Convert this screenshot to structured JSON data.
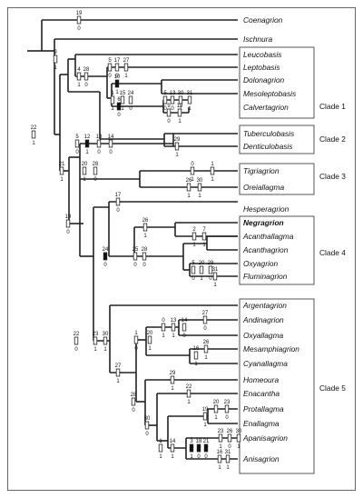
{
  "figure": {
    "taxa": [
      "Coenagrion",
      "Ischnura",
      "Leucobasis",
      "Leptobasis",
      "Dolonagrion",
      "Mesoleptobasis",
      "Calvertagrion",
      "Tuberculobasis",
      "Denticulobasis",
      "Tigriagrion",
      "Oreiallagma",
      "Hesperagrion",
      "Negragrion",
      "Acanthallagma",
      "Acanthagrion",
      "Oxyagrion",
      "Fluminagrion",
      "Argentagrion",
      "Andinagrion",
      "Oxyallagma",
      "Mesamphiagrion",
      "Cyanallagma",
      "Homeoura",
      "Enacantha",
      "Protallagma",
      "Enallagma",
      "Apanisagrion",
      "Anisagrion"
    ],
    "clades": [
      "Clade 1",
      "Clade 2",
      "Clade 3",
      "Clade 4",
      "Clade 5"
    ],
    "characters": [
      {
        "t": "19",
        "b": "0"
      },
      {
        "t": "9",
        "b": "1"
      },
      {
        "t": "4",
        "b": "1"
      },
      {
        "t": "28",
        "b": "0"
      },
      {
        "t": "5",
        "b": "0"
      },
      {
        "t": "17",
        "b": "0"
      },
      {
        "t": "27",
        "b": "1"
      },
      {
        "t": "10",
        "b": "1"
      },
      {
        "t": "1",
        "b": "1"
      },
      {
        "t": "15",
        "b": "1"
      },
      {
        "t": "24",
        "b": "0"
      },
      {
        "t": "6",
        "b": "0"
      },
      {
        "t": "5",
        "b": "0"
      },
      {
        "t": "13",
        "b": "0"
      },
      {
        "t": "30",
        "b": "1"
      },
      {
        "t": "31",
        "b": "1"
      },
      {
        "t": "9",
        "b": "0"
      },
      {
        "t": "19",
        "b": "1"
      },
      {
        "t": "22",
        "b": "1"
      },
      {
        "t": "5",
        "b": "0"
      },
      {
        "t": "12",
        "b": "1"
      },
      {
        "t": "13",
        "b": "0"
      },
      {
        "t": "14",
        "b": "0"
      },
      {
        "t": "29",
        "b": "1"
      },
      {
        "t": "21",
        "b": "1"
      },
      {
        "t": "20",
        "b": "1"
      },
      {
        "t": "28",
        "b": "0"
      },
      {
        "t": "0",
        "b": "1"
      },
      {
        "t": "1",
        "b": "1"
      },
      {
        "t": "26",
        "b": "1"
      },
      {
        "t": "30",
        "b": "1"
      },
      {
        "t": "19",
        "b": "0"
      },
      {
        "t": "17",
        "b": "0"
      },
      {
        "t": "26",
        "b": "1"
      },
      {
        "t": "24",
        "b": "0"
      },
      {
        "t": "25",
        "b": "0"
      },
      {
        "t": "28",
        "b": "0"
      },
      {
        "t": "2",
        "b": "1"
      },
      {
        "t": "7",
        "b": "1"
      },
      {
        "t": "5",
        "b": "0"
      },
      {
        "t": "20",
        "b": "1"
      },
      {
        "t": "29",
        "b": "0"
      },
      {
        "t": "31",
        "b": "1"
      },
      {
        "t": "22",
        "b": "0"
      },
      {
        "t": "23",
        "b": "1"
      },
      {
        "t": "30",
        "b": "1"
      },
      {
        "t": "1",
        "b": "0"
      },
      {
        "t": "20",
        "b": "1"
      },
      {
        "t": "0",
        "b": "1"
      },
      {
        "t": "13",
        "b": "1"
      },
      {
        "t": "14",
        "b": "0"
      },
      {
        "t": "27",
        "b": "0"
      },
      {
        "t": "16",
        "b": "1"
      },
      {
        "t": "26",
        "b": "1"
      },
      {
        "t": "27",
        "b": "1"
      },
      {
        "t": "28",
        "b": "0"
      },
      {
        "t": "29",
        "b": "1"
      },
      {
        "t": "22",
        "b": "1"
      },
      {
        "t": "30",
        "b": "0"
      },
      {
        "t": "19",
        "b": "1"
      },
      {
        "t": "20",
        "b": "1"
      },
      {
        "t": "23",
        "b": "0"
      },
      {
        "t": "1",
        "b": "1"
      },
      {
        "t": "14",
        "b": "1"
      },
      {
        "t": "23",
        "b": "1"
      },
      {
        "t": "26",
        "b": "0"
      },
      {
        "t": "30",
        "b": "1"
      },
      {
        "t": "3",
        "b": "1"
      },
      {
        "t": "18",
        "b": "0"
      },
      {
        "t": "21",
        "b": "0"
      },
      {
        "t": "16",
        "b": "1"
      },
      {
        "t": "31",
        "b": "1"
      }
    ]
  }
}
